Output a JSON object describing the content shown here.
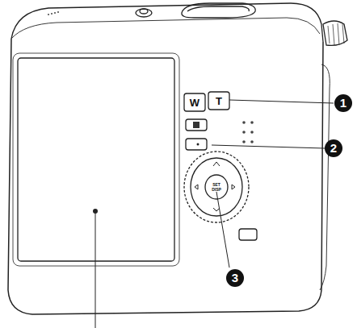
{
  "diagram": {
    "labels": [
      "W",
      "T",
      "1",
      "2",
      "3",
      "SET",
      "DISP"
    ]
  }
}
